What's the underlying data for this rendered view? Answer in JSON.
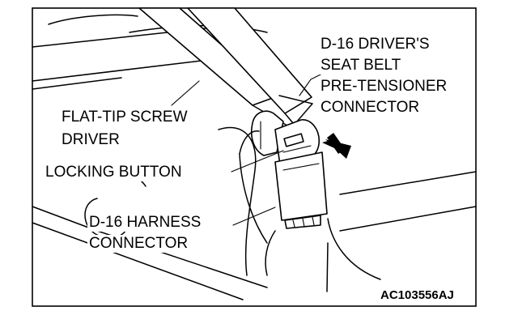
{
  "labels": {
    "connector_top": [
      "D-16 DRIVER'S",
      "SEAT BELT",
      "PRE-TENSIONER",
      "CONNECTOR"
    ],
    "screwdriver": [
      "FLAT-TIP SCREW",
      "DRIVER"
    ],
    "locking_button": "LOCKING BUTTON",
    "harness_connector": [
      "D-16 HARNESS",
      "CONNECTOR"
    ]
  },
  "figure_code": "AC103556AJ"
}
